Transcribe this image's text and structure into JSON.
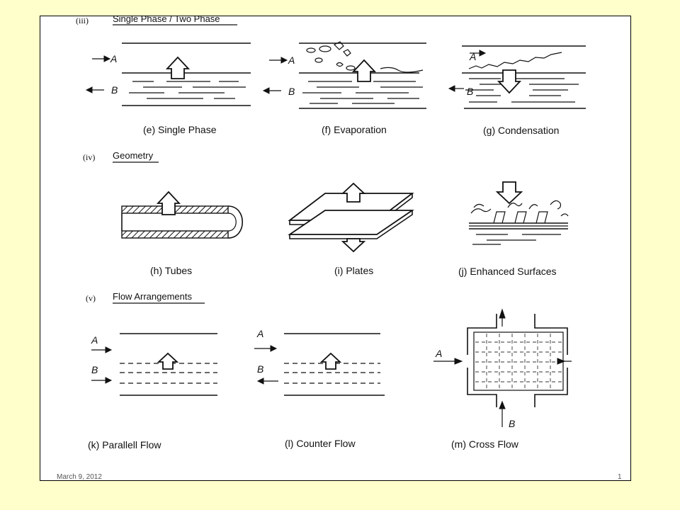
{
  "sections": [
    {
      "num": "(iii)",
      "title": "Single Phase / Two Phase"
    },
    {
      "num": "(iv)",
      "title": "Geometry"
    },
    {
      "num": "(v)",
      "title": "Flow Arrangements"
    }
  ],
  "captions": {
    "e": "(e) Single Phase",
    "f": "(f) Evaporation",
    "g": "(g) Condensation",
    "h": "(h) Tubes",
    "i": "(i) Plates",
    "j": "(j) Enhanced Surfaces",
    "k": "(k) Parallell Flow",
    "l": "(l) Counter Flow",
    "m": "(m) Cross Flow"
  },
  "fluid_labels": {
    "a": "A",
    "b": "B"
  },
  "footer": {
    "left": "March 9, 2012",
    "right": "1"
  }
}
